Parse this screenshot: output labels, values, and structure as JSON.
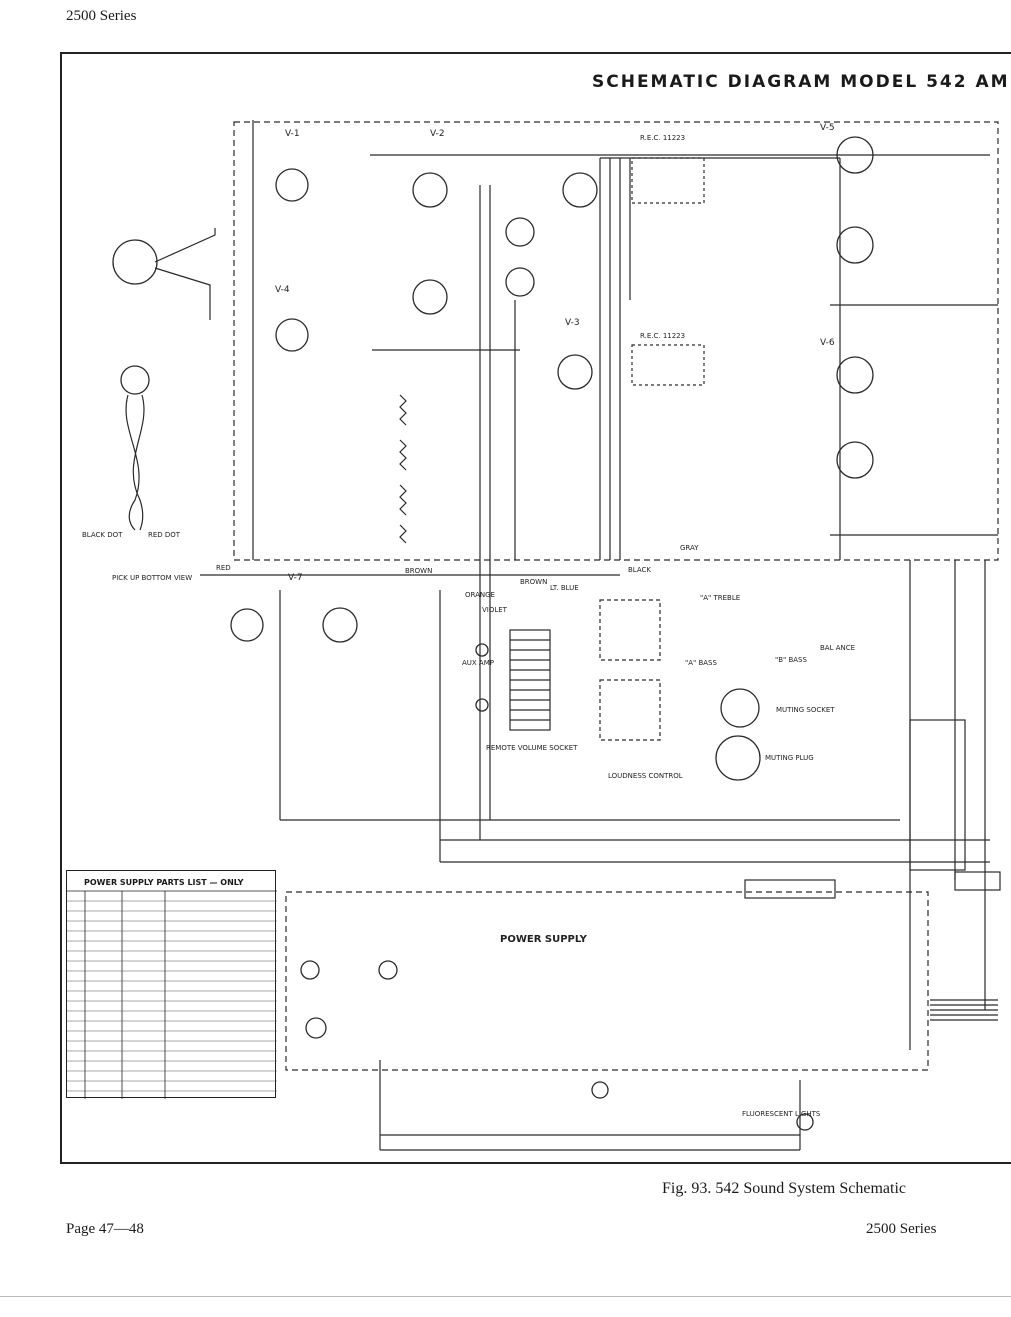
{
  "page": {
    "header_left": "2500 Series",
    "title": "SCHEMATIC DIAGRAM MODEL 542 AM",
    "caption": "Fig. 93.  542 Sound System Schematic",
    "footer_left": "Page 47—48",
    "footer_right": "2500 Series"
  },
  "labels": {
    "tubes": [
      "V-1",
      "V-2",
      "V-3",
      "V-4",
      "V-5",
      "V-6",
      "V-7"
    ],
    "pickup": "PICK UP BOTTOM VIEW",
    "black_dot": "BLACK DOT",
    "red_dot": "RED DOT",
    "remote_volume_socket": "REMOTE VOLUME SOCKET",
    "loudness_control": "LOUDNESS CONTROL",
    "muting_socket": "MUTING SOCKET",
    "muting_plug": "MUTING PLUG",
    "aux_amp": "AUX AMP",
    "power_supply": "POWER SUPPLY",
    "fluorescent_lights": "FLUORESCENT LIGHTS",
    "treble_a": "\"A\" TREBLE",
    "bass_a": "\"A\" BASS",
    "bass_b": "\"B\" BASS",
    "bal_ance": "BAL ANCE",
    "rec_a": "R.E.C. 11223",
    "rec_b": "R.E.C. 11223",
    "wire_brown": "BROWN",
    "wire_orange": "ORANGE",
    "wire_violet": "VIOLET",
    "wire_black": "BLACK",
    "wire_lt_blue": "LT. BLUE",
    "wire_gray": "GRAY",
    "wire_red": "RED"
  },
  "parts_table": {
    "title": "POWER SUPPLY PARTS LIST — ONLY"
  }
}
